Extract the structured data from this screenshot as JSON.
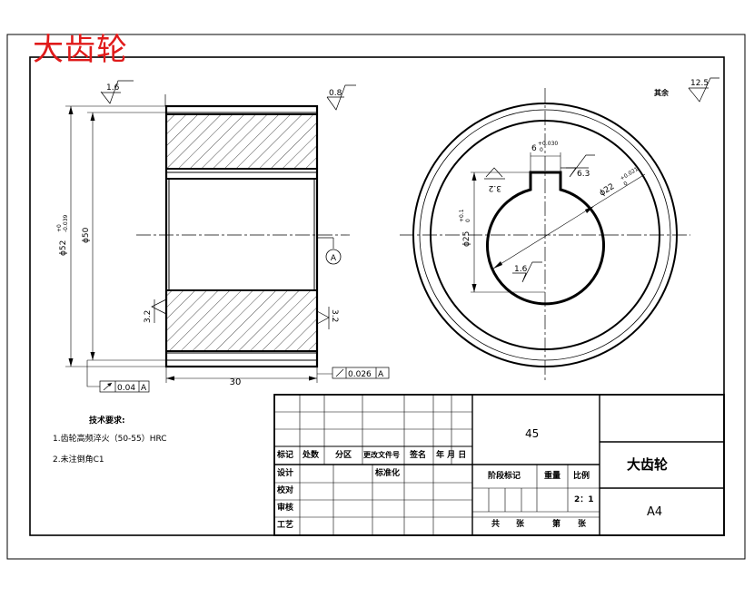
{
  "drawing_title": "大齿轮",
  "technical_requirements": {
    "heading": "技术要求:",
    "items": [
      "1.齿轮高频淬火（50-55）HRC",
      "2.未注倒角C1"
    ]
  },
  "roughness": {
    "other": "其余",
    "other_value": "12.5",
    "left_top": "1.6",
    "right_top": "0.8",
    "left_bottom": "3.2",
    "right_bottom": "3.2",
    "keyway_side": "6.3",
    "keyway_left": "3.2",
    "bore": "1.6"
  },
  "dimensions": {
    "outer_dia": "ϕ52",
    "outer_tol_upper": "+0",
    "outer_tol_lower": "-0.039",
    "inner_dia": "ϕ50",
    "width": "30",
    "keyway_width": "6",
    "keyway_tol_upper": "+0.030",
    "keyway_tol_lower": "0",
    "bore_dia": "ϕ22",
    "bore_tol_upper": "+0.021",
    "bore_tol_lower": "0",
    "key_depth": "ϕ25",
    "key_depth_upper": "+0.1",
    "key_depth_lower": "0"
  },
  "tolerances": {
    "runout_left": "0.04",
    "runout_left_datum": "A",
    "runout_right": "0.026",
    "runout_right_datum": "A",
    "datum": "A"
  },
  "title_block": {
    "mark": "标记",
    "count": "处数",
    "zone": "分区",
    "change_doc": "更改文件号",
    "sign": "签名",
    "date": "年 月 日",
    "design": "设计",
    "standardize": "标准化",
    "check": "校对",
    "review": "审核",
    "process": "工艺",
    "material": "45",
    "stage_mark": "阶段标记",
    "weight": "重量",
    "scale": "比例",
    "scale_value": "2：1",
    "total": "共",
    "sheets": "张",
    "page": "第",
    "sheet2": "张",
    "part_name": "大齿轮",
    "paper": "A4"
  }
}
